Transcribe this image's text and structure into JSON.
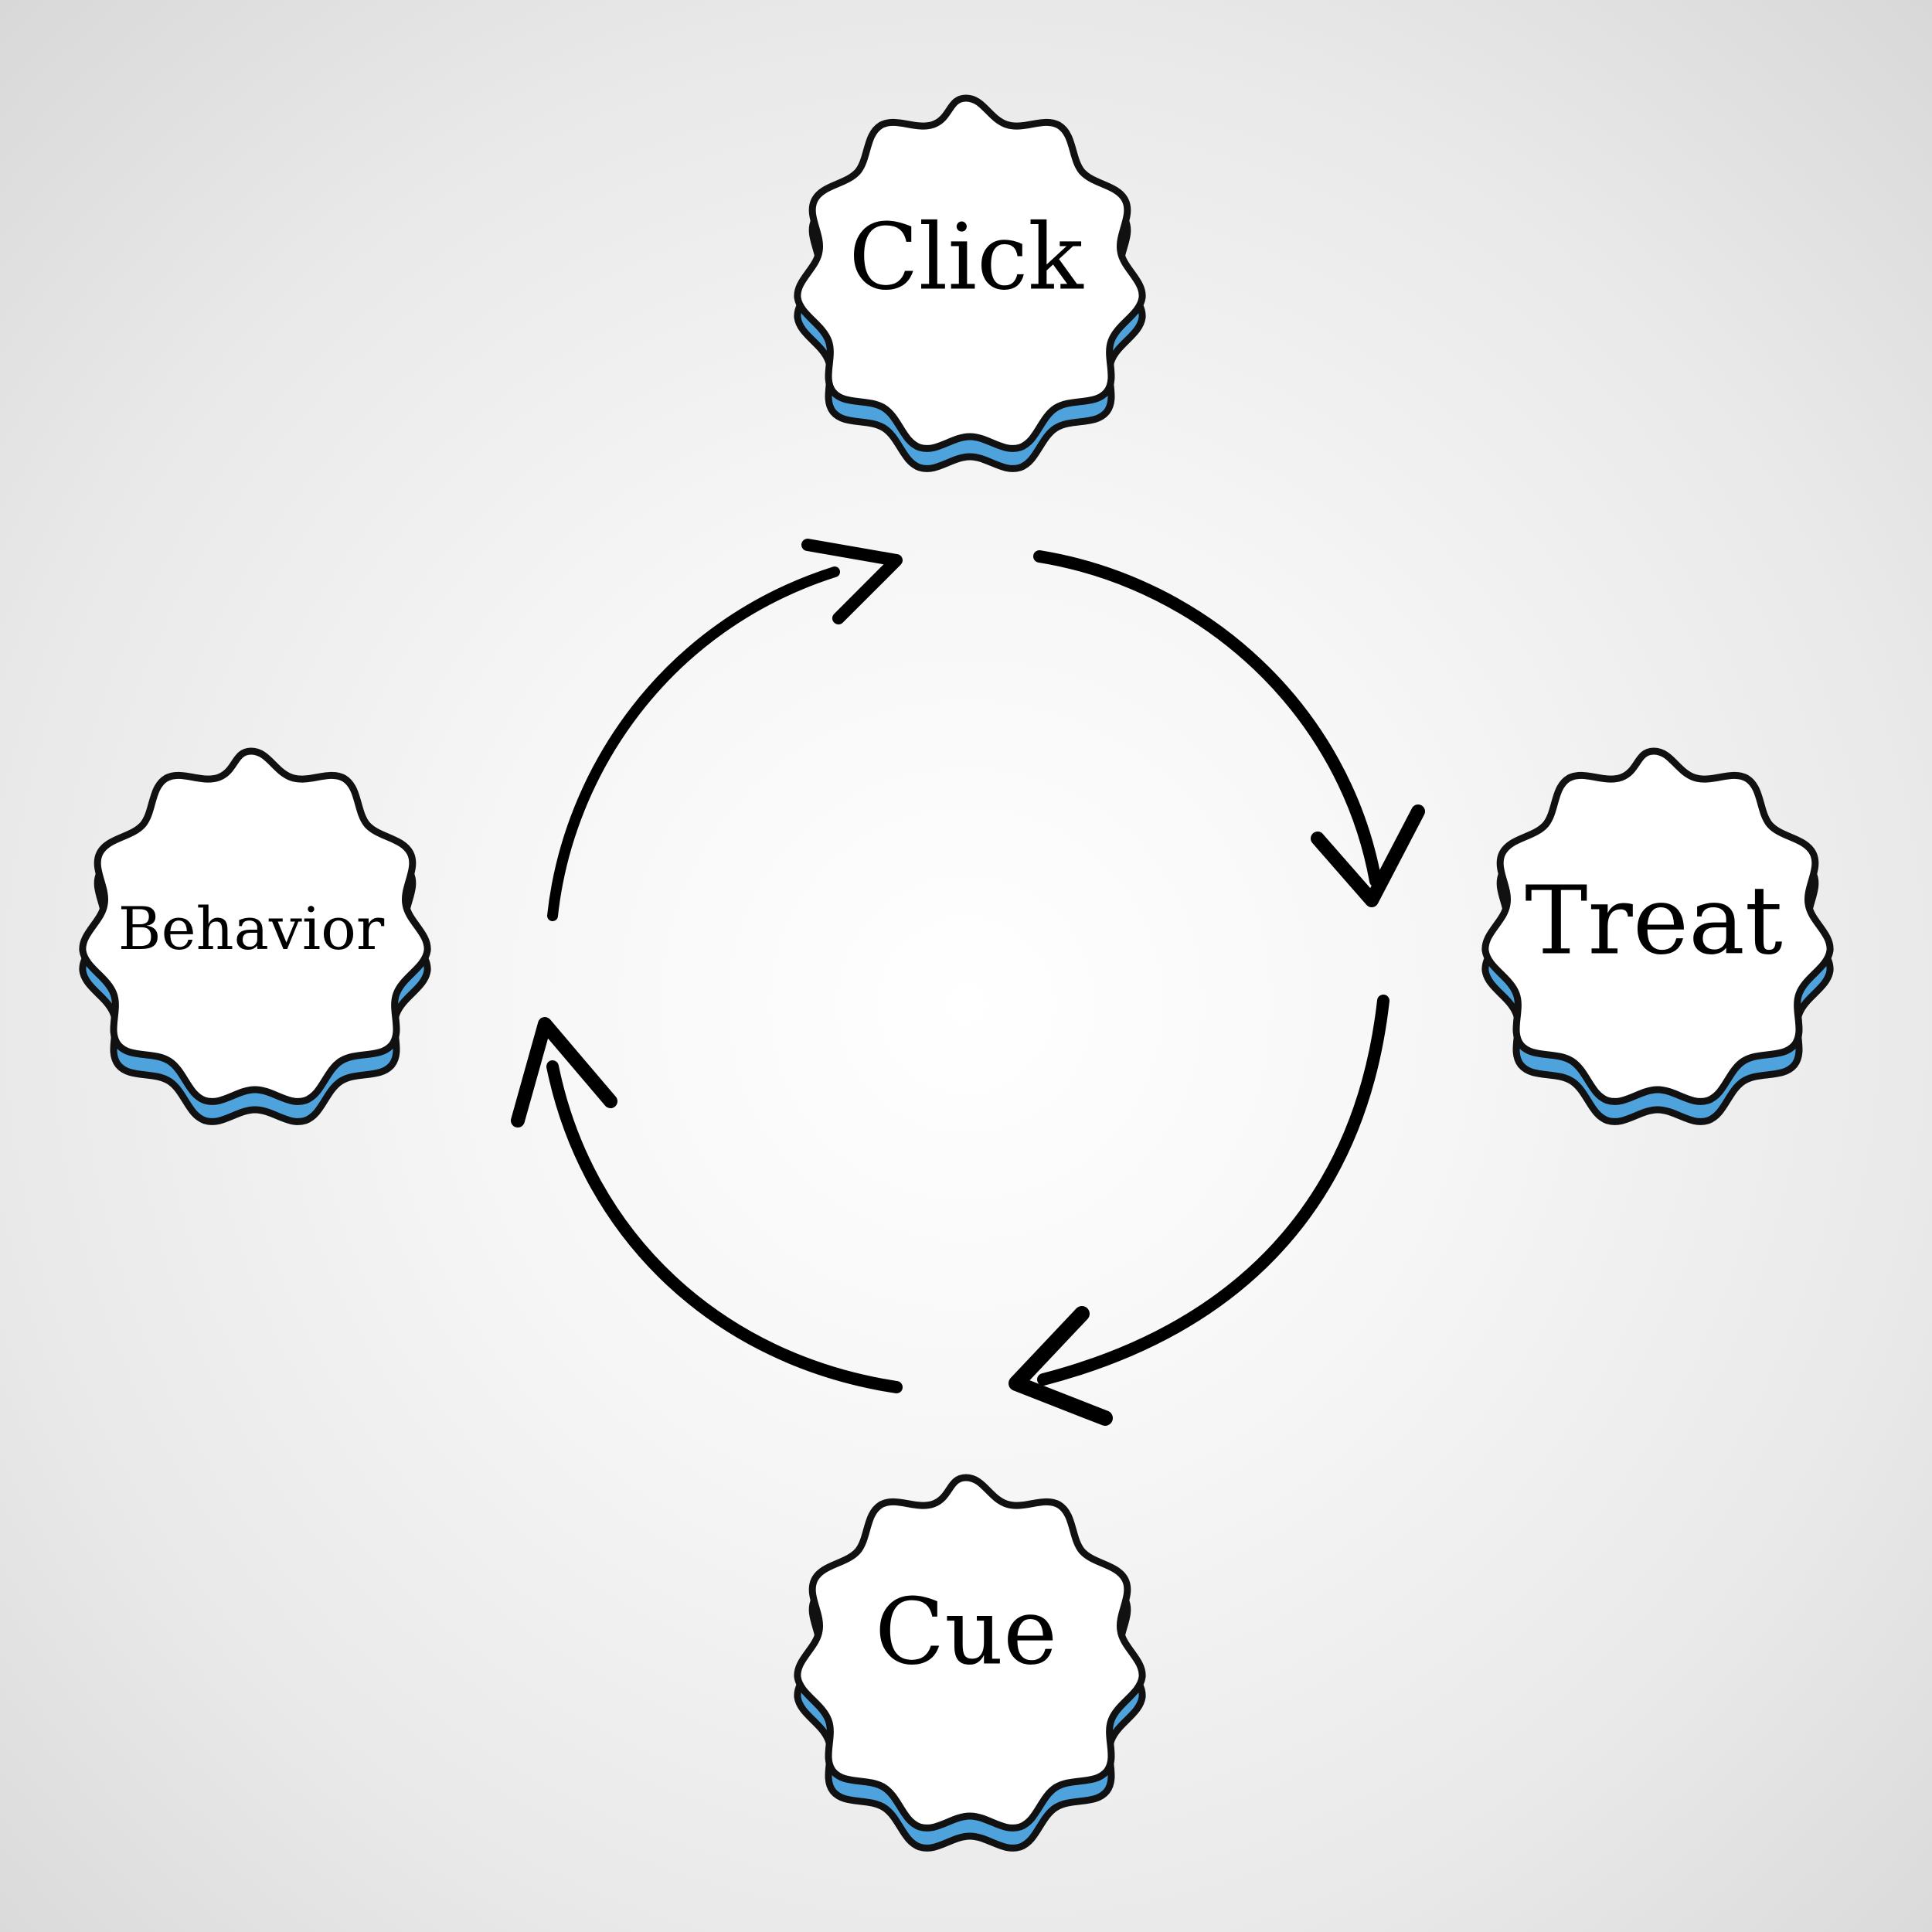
{
  "colors": {
    "badge_fill": "#ffffff",
    "badge_outline": "#111111",
    "badge_shadow": "#4fa3dc",
    "arrow": "#000000"
  },
  "nodes": [
    {
      "id": "click",
      "label": "Click"
    },
    {
      "id": "treat",
      "label": "Treat"
    },
    {
      "id": "cue",
      "label": "Cue"
    },
    {
      "id": "behavior",
      "label": "Behavior"
    }
  ],
  "cycle_order": [
    "Click",
    "Treat",
    "Cue",
    "Behavior"
  ],
  "shapes": {
    "badge": "scalloped-star-badge",
    "arrow": "curved-arrow-clockwise"
  }
}
